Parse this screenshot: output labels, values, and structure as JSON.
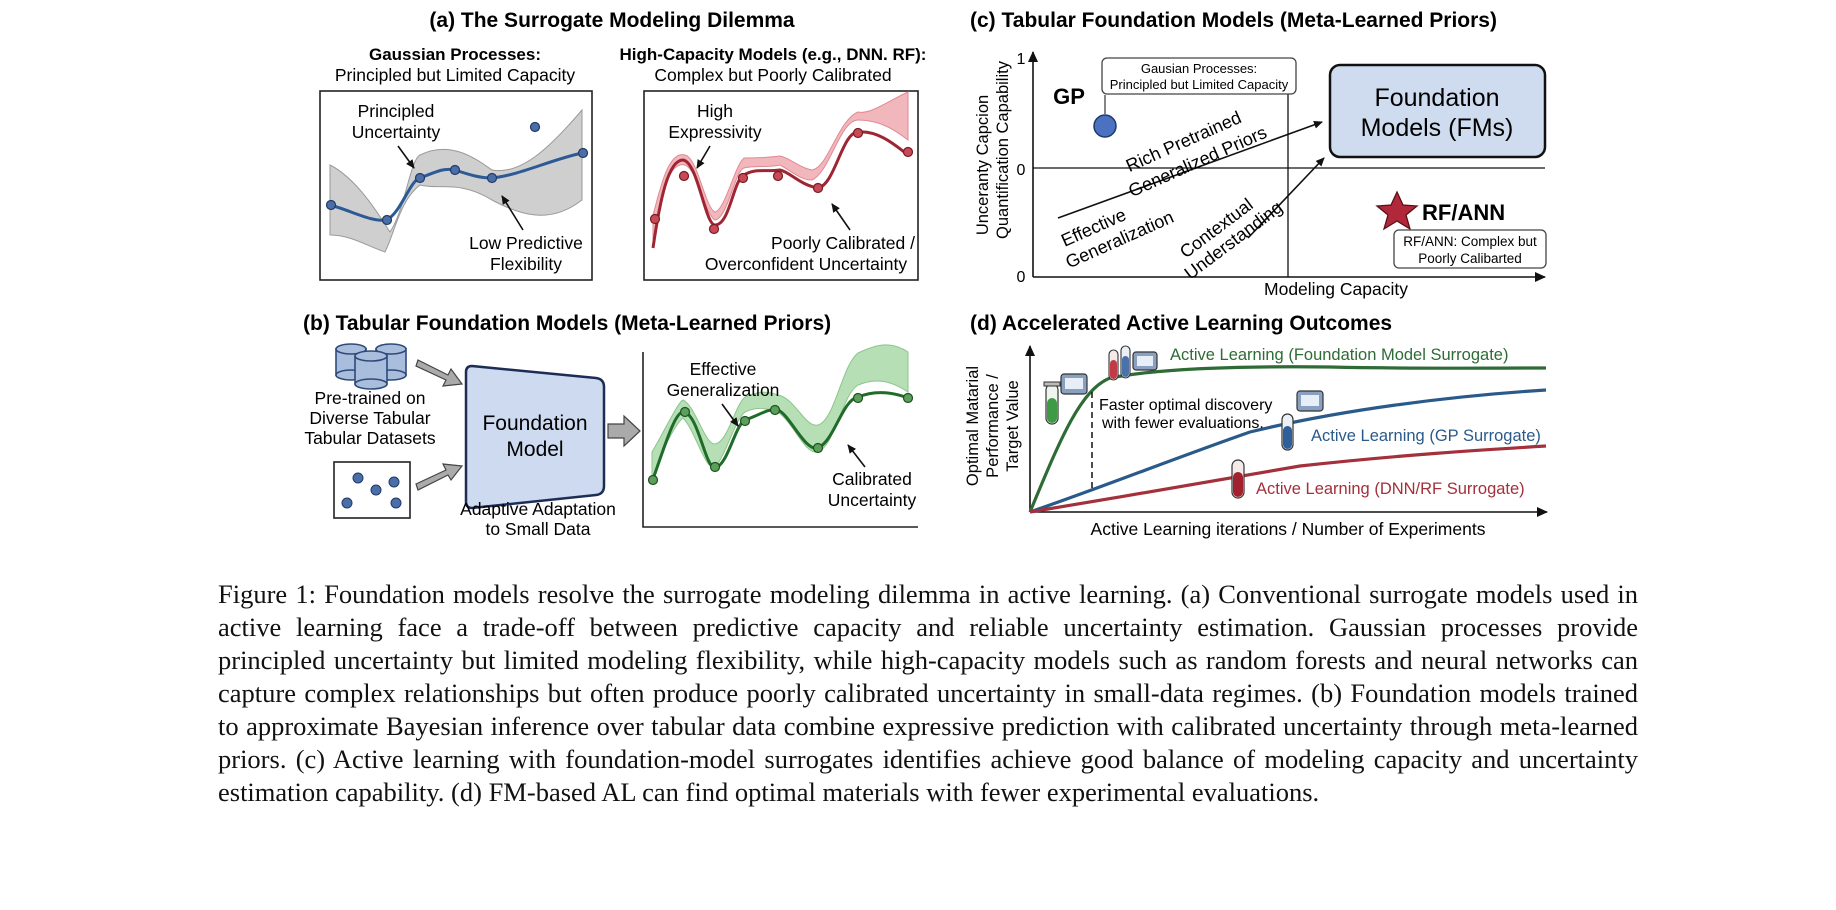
{
  "panels": {
    "a": {
      "title": "(a) The Surrogate Modeling Dilemma",
      "left": {
        "heading_bold": "Gaussian Processes:",
        "heading_sub": "Principled but Limited Capacity",
        "annot_top_1": "Principled",
        "annot_top_2": "Uncertainty",
        "annot_bottom_1": "Low Predictive",
        "annot_bottom_2": "Flexibility"
      },
      "right": {
        "heading_bold": "High-Capacity Models (e.g., DNN. RF):",
        "heading_sub": "Complex but Poorly Calibrated",
        "annot_top_1": "High",
        "annot_top_2": "Expressivity",
        "annot_bottom_1": "Poorly Calibrated /",
        "annot_bottom_2": "Overconfident Uncertainty"
      }
    },
    "b": {
      "title": "(b) Tabular Foundation Models (Meta-Learned Priors)",
      "datasets_1": "Pre-trained on",
      "datasets_2": "Diverse Tabular",
      "datasets_3": "Tabular Datasets",
      "fm_1": "Foundation",
      "fm_2": "Model",
      "adapt_1": "Adaptive Adaptation",
      "adapt_2": "to Small Data",
      "annot_top_1": "Effective",
      "annot_top_2": "Generalization",
      "annot_bottom_1": "Calibrated",
      "annot_bottom_2": "Uncertainty"
    },
    "c": {
      "title": "(c) Tabular Foundation Models (Meta-Learned Priors)",
      "ylabel_1": "Unceranty Capcion",
      "ylabel_2": "Quantification Capability",
      "xlabel": "Modeling Capacity",
      "tick_y1": "1",
      "tick_y0": "0",
      "tick_origin": "0",
      "gp_label": "GP",
      "gp_box_1": "Gausian Processes:",
      "gp_box_2": "Principled but Limited Capacity",
      "fm_box_1": "Foundation",
      "fm_box_2": "Models (FMs)",
      "rich_1": "Rich Pretrained",
      "rich_2": "Generalized Priors",
      "eff_1": "Effective",
      "eff_2": "Generalization",
      "ctx_1": "Contextual",
      "ctx_2": "Understanding",
      "rf_label": "RF/ANN",
      "rf_box_1": "RF/ANN: Complex but",
      "rf_box_2": "Poorly Calibarted",
      "colors": {
        "gp": "#4a72c0",
        "star": "#b0283a",
        "fm_fill": "#cfdcf0"
      }
    },
    "d": {
      "title": "(d) Accelerated Active Learning Outcomes",
      "ylabel_1": "Optimal Matarial",
      "ylabel_2": "Performance /",
      "ylabel_3": "Target Value",
      "xlabel": "Active Learning iterations / Number of Experiments",
      "note_1": "Faster optimal discovery",
      "note_2": "with fewer evaluations.",
      "series": [
        {
          "name": "Active Learning (Foundation Model Surrogate)",
          "color": "#2e6b35"
        },
        {
          "name": "Active Learning (GP Surrogate)",
          "color": "#2a5a8a"
        },
        {
          "name": "Active Learning (DNN/RF Surrogate)",
          "color": "#a3303a"
        }
      ]
    }
  },
  "caption": "Figure 1: Foundation models resolve the surrogate modeling dilemma in active learning. (a) Conventional surrogate models used in active learning face a trade-off between predictive capacity and reliable uncertainty estimation. Gaussian processes provide principled uncertainty but limited modeling flexibility, while high-capacity models such as random forests and neural networks can capture complex relationships but often produce poorly calibrated uncertainty in small-data regimes. (b) Foundation models trained to approximate Bayesian inference over tabular data combine expressive prediction with calibrated uncertainty through meta-learned priors. (c) Active learning with foundation-model surrogates identifies achieve good balance of modeling capacity and uncertainty estimation capability. (d) FM-based AL can find optimal materials with fewer experimental evaluations."
}
